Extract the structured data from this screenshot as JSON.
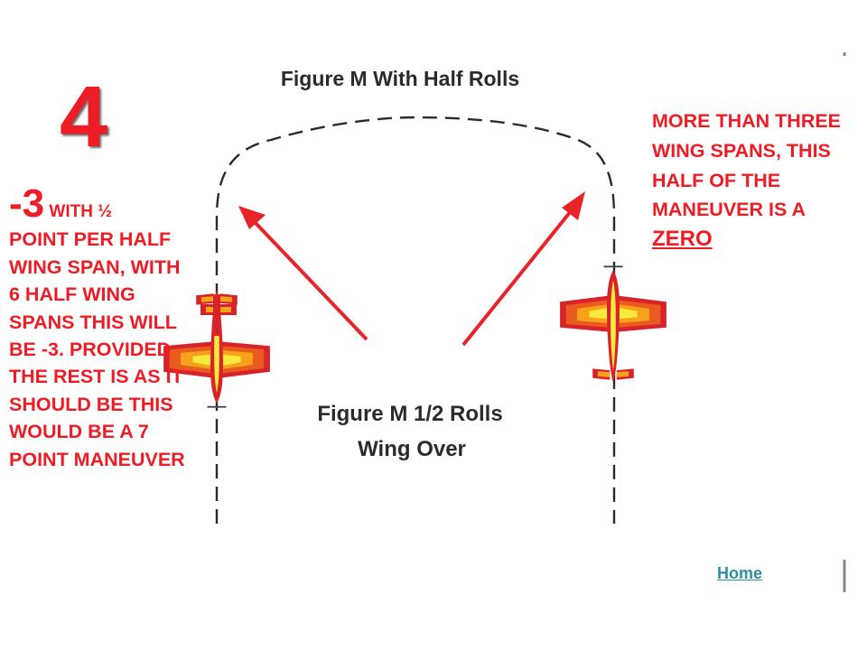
{
  "slide": {
    "number": "4"
  },
  "figure": {
    "top_title": "Figure M With Half Rolls",
    "middle_title_line1": "Figure M 1/2 Rolls",
    "middle_title_line2": "Wing Over"
  },
  "left_note": {
    "score": "-3",
    "score_suffix": " WITH ½",
    "body": "POINT PER HALF WING SPAN, WITH 6 HALF WING SPANS THIS WILL BE -3. PROVIDED THE REST IS AS IT SHOULD BE THIS WOULD BE A 7 POINT MANEUVER"
  },
  "right_note": {
    "body": "MORE THAN THREE WING SPANS, THIS HALF OF THE MANEUVER IS A ",
    "emphasis": "ZERO"
  },
  "nav": {
    "home_label": "Home"
  },
  "colors": {
    "annotation_red": "#ee1c25",
    "arrow_red": "#e8242a",
    "link_teal": "#2c8f9f",
    "plane_body": "#d9232a",
    "plane_light": "#f7ea3c",
    "plane_mid": "#f7a21b",
    "plane_dark": "#ea5b1f"
  },
  "icons": {
    "left_plane": "airplane-icon",
    "right_plane": "airplane-icon"
  }
}
